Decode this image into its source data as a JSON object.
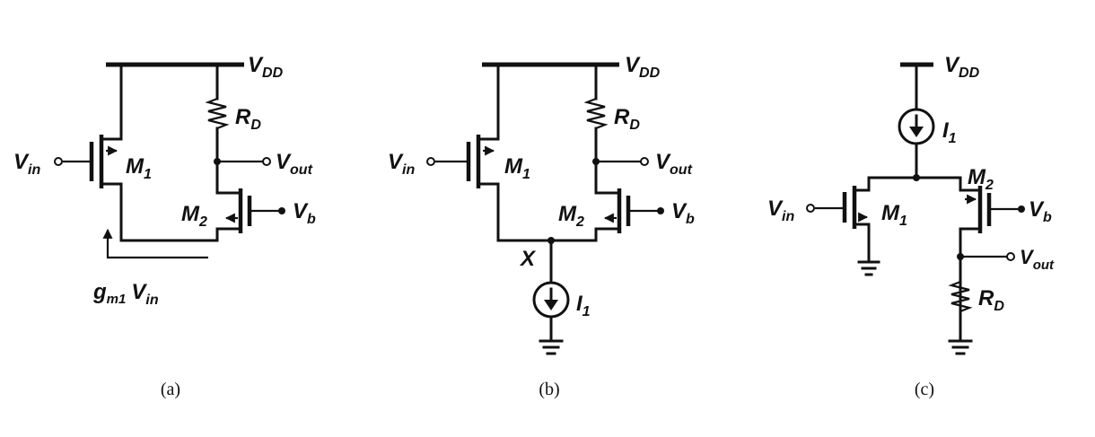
{
  "labels": {
    "vdd": "V",
    "vdd_sub": "DD",
    "vin": "V",
    "vin_sub": "in",
    "vout": "V",
    "vout_sub": "out",
    "vb": "V",
    "vb_sub": "b",
    "m1": "M",
    "m1_sub": "1",
    "m2": "M",
    "m2_sub": "2",
    "rd": "R",
    "rd_sub": "D",
    "i1": "I",
    "i1_sub": "1",
    "x": "X",
    "gm": "g",
    "gm_sub": "m1",
    "gm_v": "V",
    "gm_v_sub": "in"
  },
  "captions": [
    "(a)",
    "(b)",
    "(c)"
  ]
}
